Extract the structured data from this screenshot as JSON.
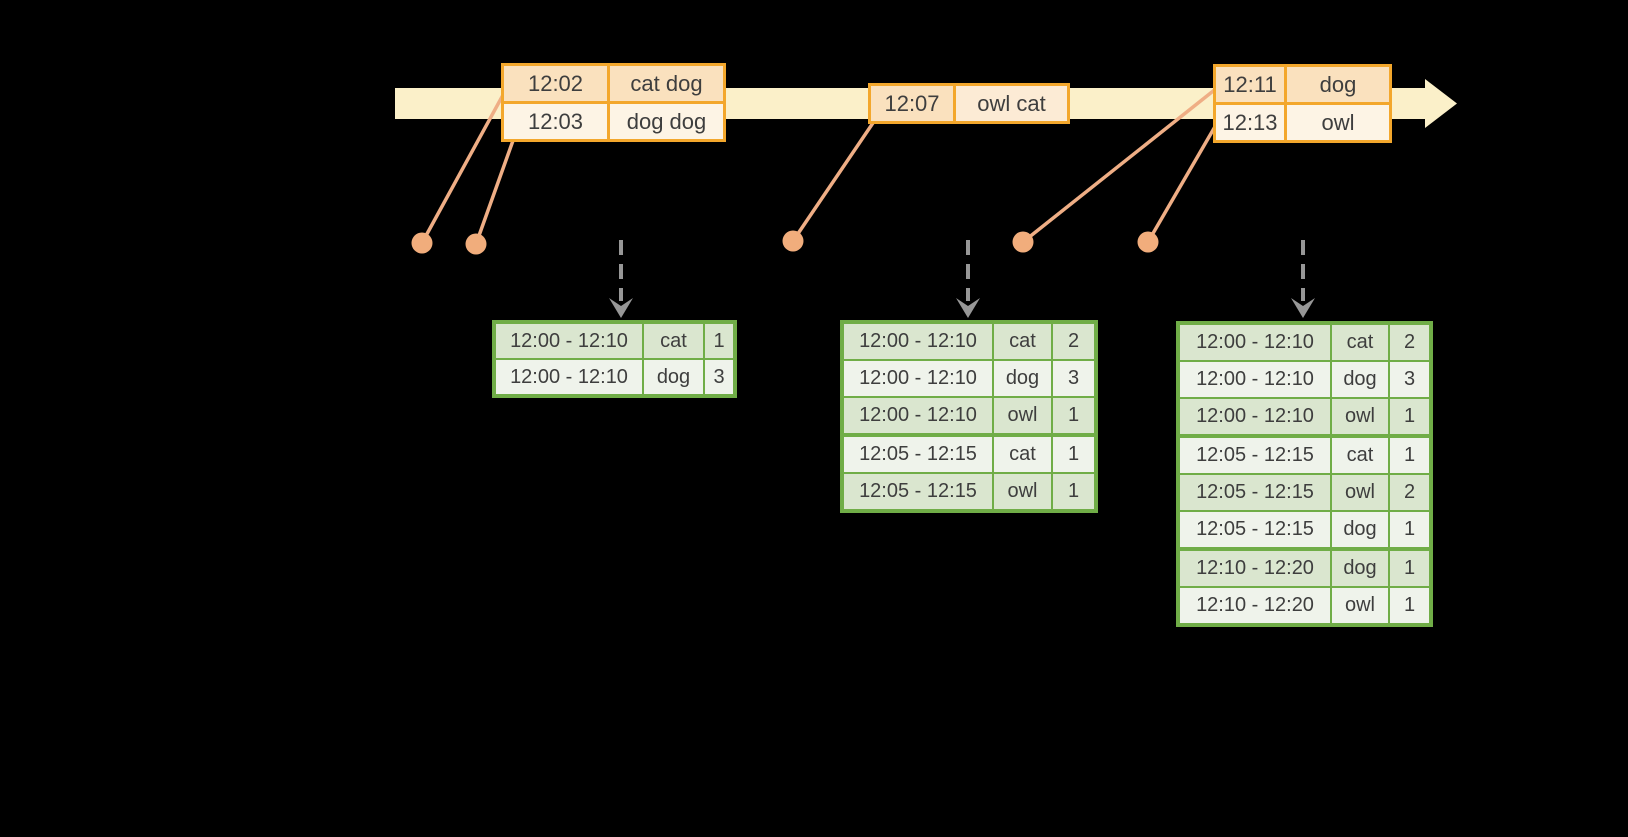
{
  "timeline": {
    "event_tables": [
      {
        "rows": [
          {
            "time": "12:02",
            "words": "cat dog"
          },
          {
            "time": "12:03",
            "words": "dog dog"
          }
        ]
      },
      {
        "rows": [
          {
            "time": "12:07",
            "words": "owl cat"
          }
        ]
      },
      {
        "rows": [
          {
            "time": "12:11",
            "words": "dog"
          },
          {
            "time": "12:13",
            "words": "owl"
          }
        ]
      }
    ]
  },
  "result_tables": [
    {
      "rows": [
        {
          "window": "12:00 - 12:10",
          "word": "cat",
          "count": "1"
        },
        {
          "window": "12:00 - 12:10",
          "word": "dog",
          "count": "3"
        }
      ]
    },
    {
      "rows": [
        {
          "window": "12:00 - 12:10",
          "word": "cat",
          "count": "2"
        },
        {
          "window": "12:00 - 12:10",
          "word": "dog",
          "count": "3"
        },
        {
          "window": "12:00 - 12:10",
          "word": "owl",
          "count": "1"
        },
        {
          "window": "12:05 - 12:15",
          "word": "cat",
          "count": "1"
        },
        {
          "window": "12:05 - 12:15",
          "word": "owl",
          "count": "1"
        }
      ]
    },
    {
      "rows": [
        {
          "window": "12:00 - 12:10",
          "word": "cat",
          "count": "2"
        },
        {
          "window": "12:00 - 12:10",
          "word": "dog",
          "count": "3"
        },
        {
          "window": "12:00 - 12:10",
          "word": "owl",
          "count": "1"
        },
        {
          "window": "12:05 - 12:15",
          "word": "cat",
          "count": "1"
        },
        {
          "window": "12:05 - 12:15",
          "word": "owl",
          "count": "2"
        },
        {
          "window": "12:05 - 12:15",
          "word": "dog",
          "count": "1"
        },
        {
          "window": "12:10 - 12:20",
          "word": "dog",
          "count": "1"
        },
        {
          "window": "12:10 - 12:20",
          "word": "owl",
          "count": "1"
        }
      ]
    }
  ],
  "colors": {
    "background": "#000000",
    "timeline_band": "#FBF0C9",
    "event_border": "#F3A72C",
    "event_fill_dark": "#FAE1BE",
    "event_fill_light": "#FDF4E5",
    "result_border": "#70AD47",
    "result_fill_green": "#DAE6CF",
    "result_fill_white": "#EFF3EB",
    "connector_line": "#EFAE85",
    "connector_dot": "#F1AD7C",
    "trigger_arrow": "#979797",
    "text": "#3E3E3E"
  }
}
